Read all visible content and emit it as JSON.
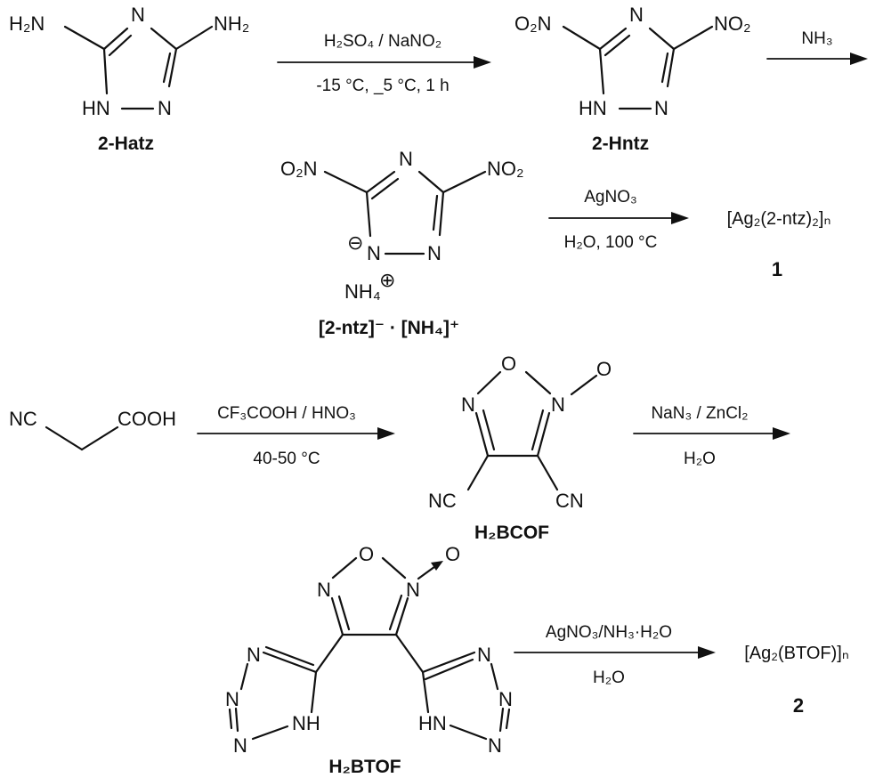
{
  "atoms": {
    "N": "N",
    "HN": "HN",
    "NH": "NH",
    "O": "O",
    "NC": "NC",
    "CN": "CN",
    "COOH": "COOH",
    "H2N": "H₂N",
    "NH2": "NH₂",
    "O2N": "O₂N",
    "NO2": "NO₂",
    "NH4": "NH₄",
    "minus": "⊖",
    "plus": "⊕"
  },
  "row1": {
    "reagent_top": "H₂SO₄ / NaNO₂",
    "reagent_bottom": "-15 °C, _5 °C, 1 h",
    "reagent2_top": "NH₃"
  },
  "row2": {
    "reagent_top": "AgNO₃",
    "reagent_bottom": "H₂O, 100 °C",
    "product": "[Ag₂(2-ntz)₂]ₙ",
    "product_number": "1",
    "salt_label": "[2-ntz]⁻ · [NH₄]⁺"
  },
  "row3": {
    "reagent_top": "CF₃COOH / HNO₃",
    "reagent_bottom": "40-50 °C",
    "reagent2_top": "NaN₃ / ZnCl₂",
    "reagent2_bottom": "H₂O"
  },
  "row4": {
    "reagent_top": "AgNO₃/NH₃·H₂O",
    "reagent_bottom": "H₂O",
    "product": "[Ag₂(BTOF)]ₙ",
    "product_number": "2"
  },
  "compounds": {
    "hatz": "2-Hatz",
    "hntz": "2-Hntz",
    "h2bcof": "H₂BCOF",
    "h2btof": "H₂BTOF"
  }
}
